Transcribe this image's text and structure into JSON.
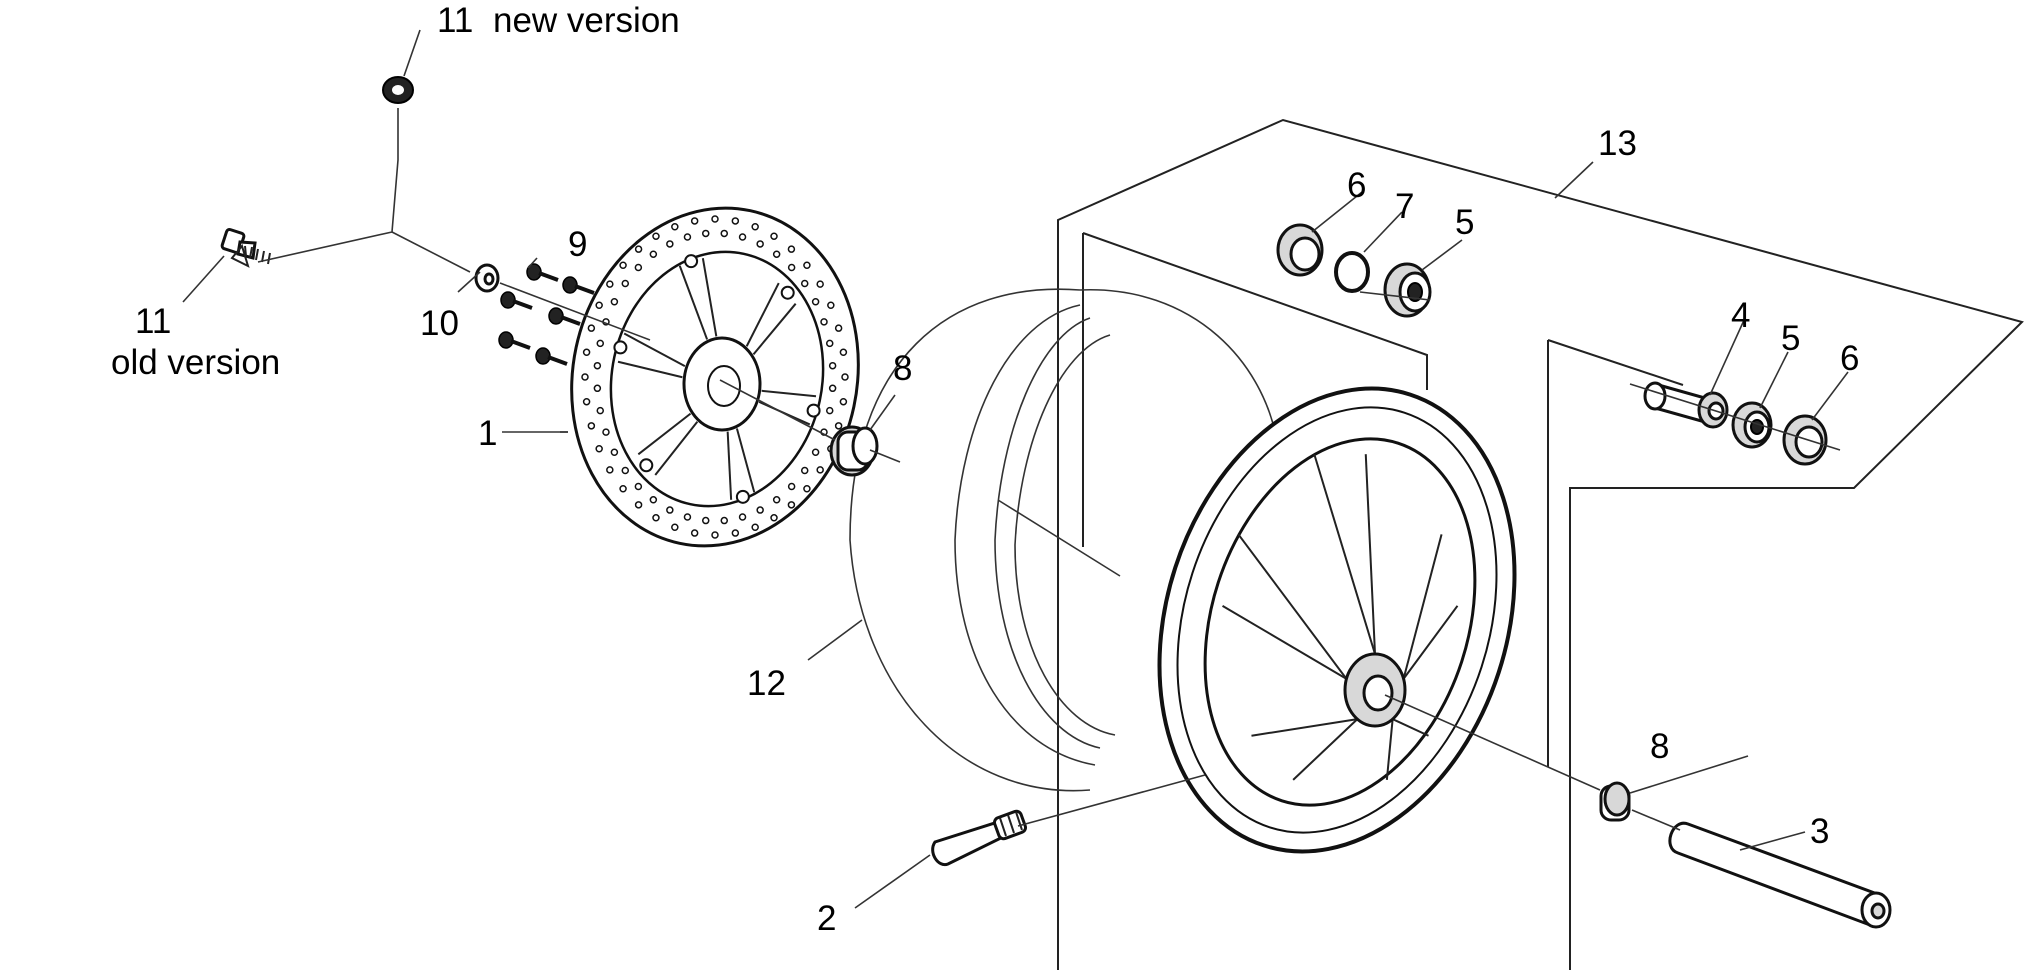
{
  "labels": {
    "n1": "1",
    "n2": "2",
    "n3": "3",
    "n4": "4",
    "n5a": "5",
    "n5b": "5",
    "n6a": "6",
    "n6b": "6",
    "n7": "7",
    "n8a": "8",
    "n8b": "8",
    "n9": "9",
    "n10": "10",
    "n11_new_num": "11",
    "n11_new_text": "new version",
    "n11_old_num": "11",
    "n11_old_text": "old version",
    "n12": "12",
    "n13": "13"
  }
}
